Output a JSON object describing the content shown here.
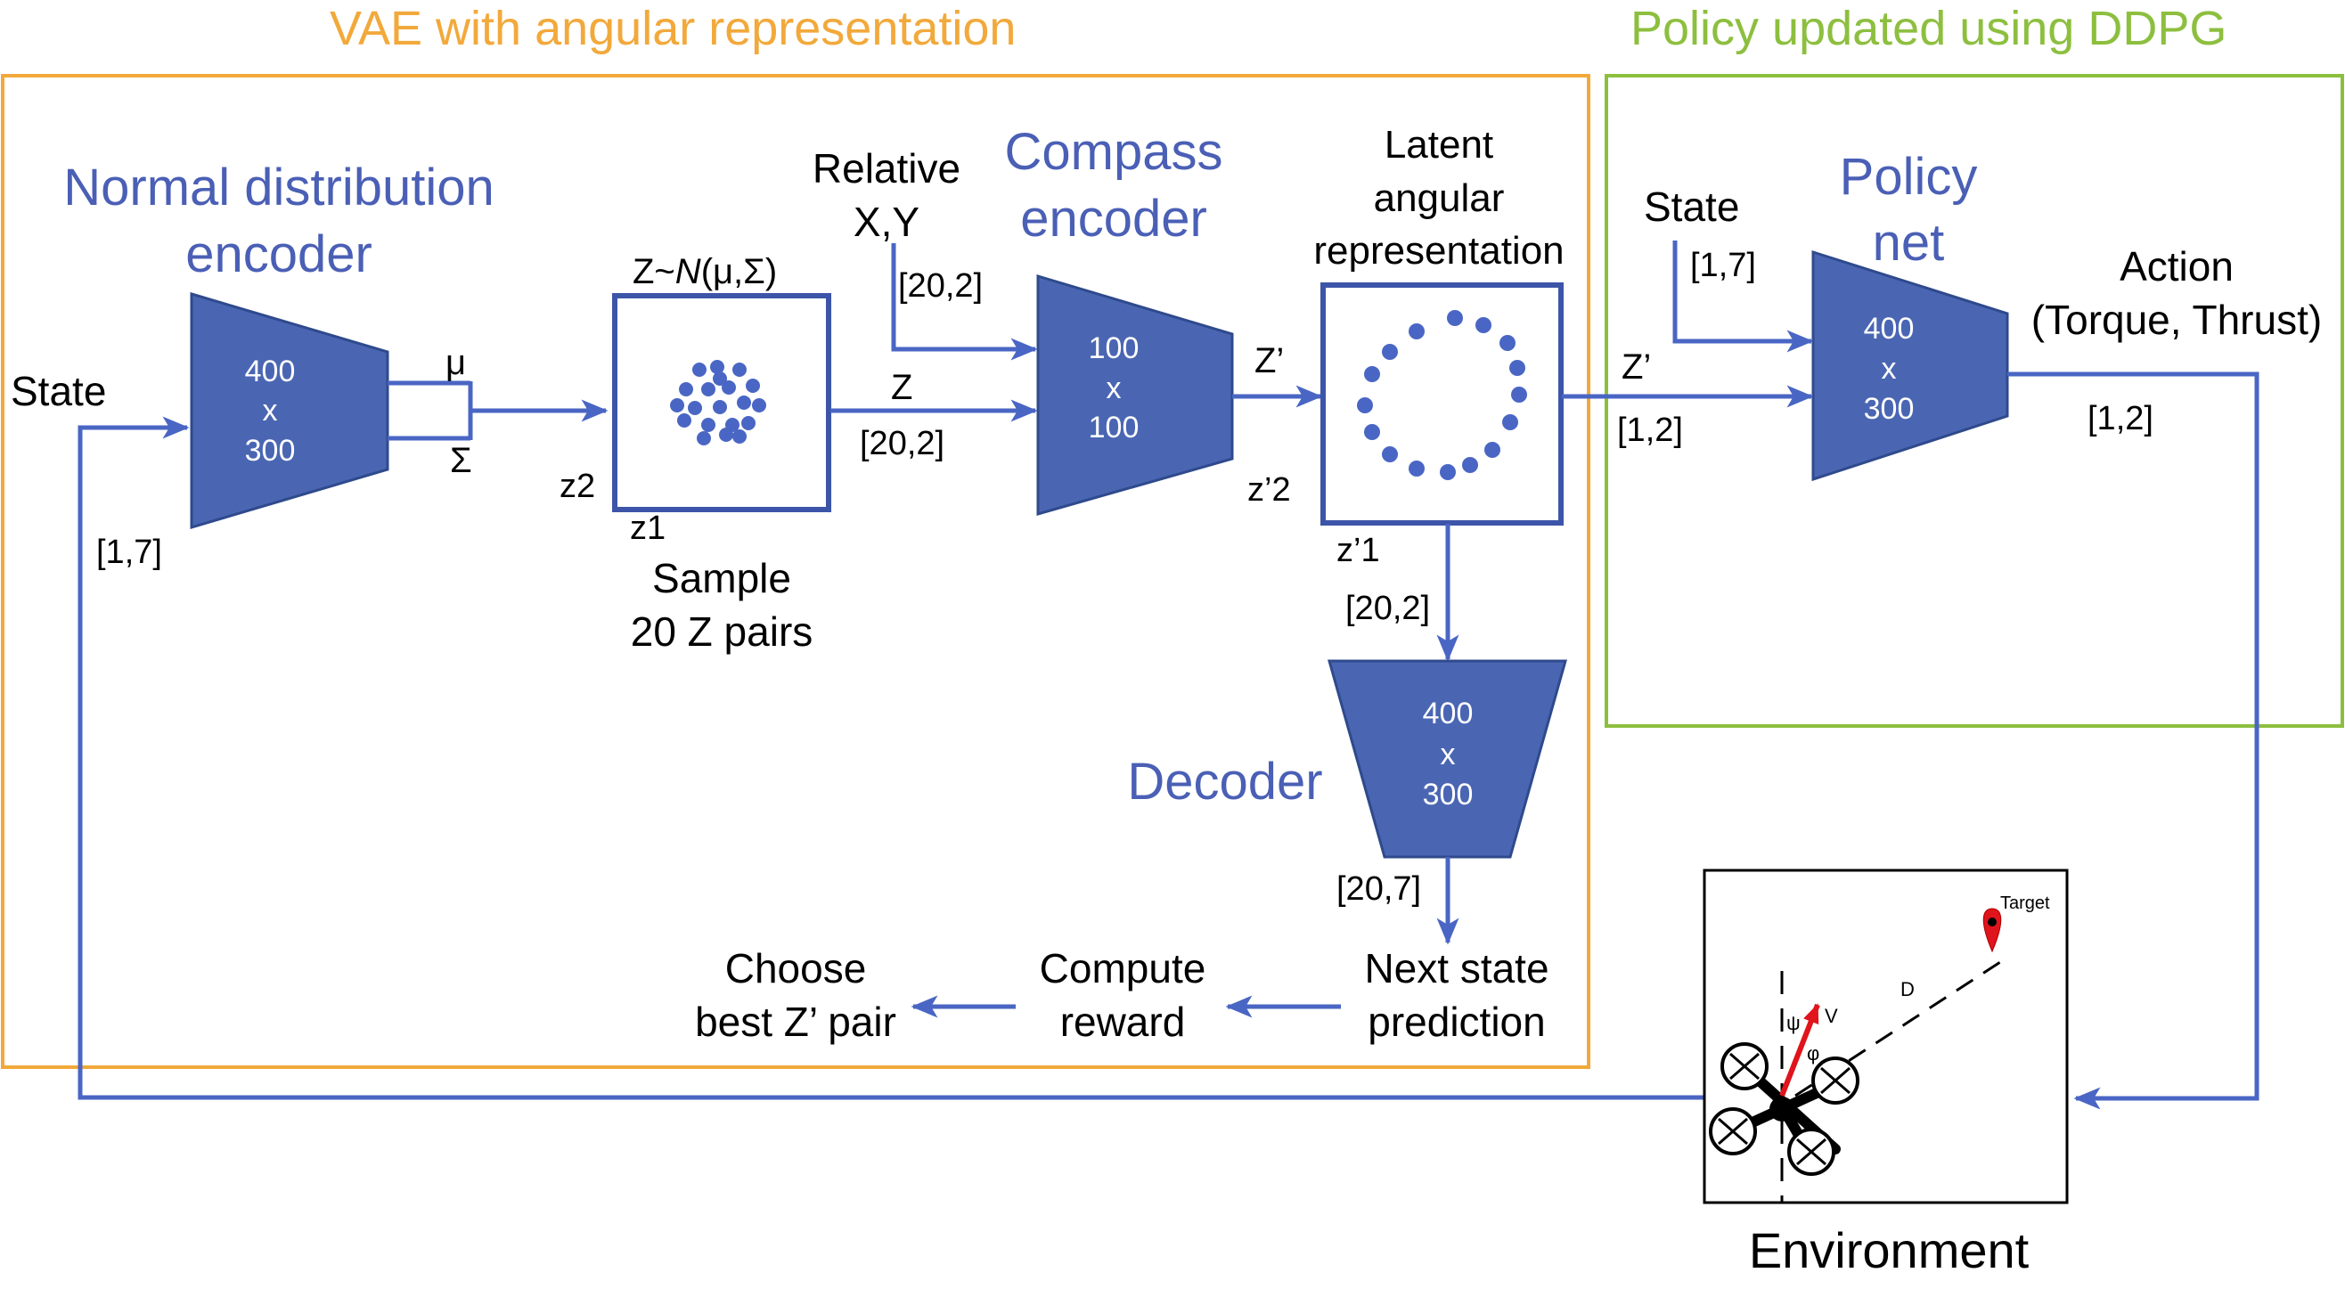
{
  "colors": {
    "block": "#4a66b3",
    "arrow": "#4a66c4",
    "vae_frame": "#f2a93b",
    "ddpg_frame": "#8dbf3f",
    "title_text": "#4a5fb5",
    "target_marker": "#e0141c"
  },
  "groups": {
    "vae_title": "VAE with angular representation",
    "ddpg_title": "Policy updated using DDPG"
  },
  "encoder": {
    "title_line1": "Normal distribution",
    "title_line2": "encoder",
    "size_line1": "400",
    "size_line2": "x",
    "size_line3": "300",
    "input_label": "State",
    "input_shape": "[1,7]",
    "mu_label": "μ",
    "sigma_label": "Σ"
  },
  "sampler": {
    "dist_prefix": "Z~",
    "dist_n": "N",
    "dist_suffix": "(μ,Σ)",
    "axis_y": "z2",
    "axis_x": "z1",
    "caption_line1": "Sample",
    "caption_line2": "20 Z pairs",
    "out_label": "Z",
    "out_shape": "[20,2]"
  },
  "relative": {
    "line1": "Relative",
    "line2": "X,Y",
    "shape": "[20,2]"
  },
  "compass": {
    "title_line1": "Compass",
    "title_line2": "encoder",
    "size_line1": "100",
    "size_line2": "x",
    "size_line3": "100",
    "out_label": "Z’"
  },
  "latent": {
    "title_line1": "Latent",
    "title_line2": "angular",
    "title_line3": "representation",
    "axis_y": "z’2",
    "axis_x": "z’1",
    "down_shape": "[20,2]"
  },
  "decoder": {
    "title": "Decoder",
    "size_line1": "400",
    "size_line2": "x",
    "size_line3": "300",
    "out_shape": "[20,7]"
  },
  "bottom_flow": {
    "next_line1": "Next state",
    "next_line2": "prediction",
    "reward_line1": "Compute",
    "reward_line2": "reward",
    "choose_line1": "Choose",
    "choose_line2": "best Z’ pair"
  },
  "policy": {
    "title_line1": "Policy",
    "title_line2": "net",
    "size_line1": "400",
    "size_line2": "x",
    "size_line3": "300",
    "state_label": "State",
    "state_shape": "[1,7]",
    "z_label": "Z’",
    "z_shape": "[1,2]",
    "action_line1": "Action",
    "action_line2": "(Torque, Thrust)",
    "action_shape": "[1,2]"
  },
  "environment": {
    "caption": "Environment",
    "target_label": "Target",
    "distance_label": "D",
    "velocity_label": "V",
    "psi_label": "ψ",
    "phi_label": "φ"
  }
}
